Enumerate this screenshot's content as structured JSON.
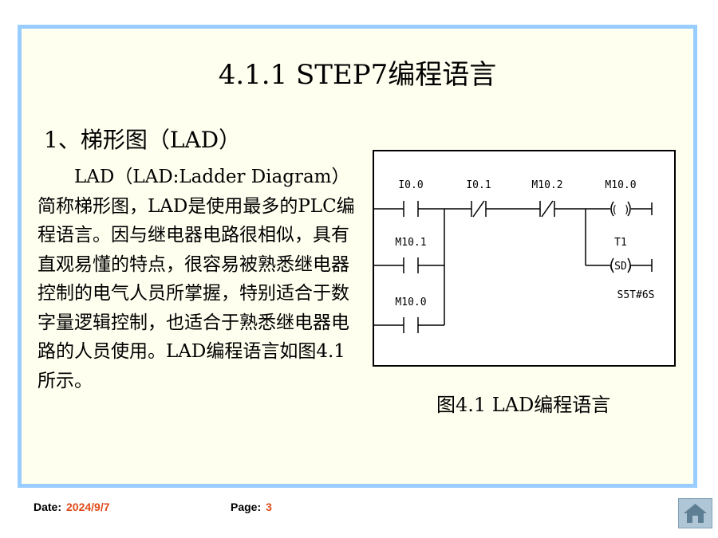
{
  "slide": {
    "title": "4.1.1 STEP7编程语言",
    "section_heading": "1、梯形图（LAD）",
    "body_text": "　　LAD（LAD:Ladder Diagram）简称梯形图，LAD是使用最多的PLC编程语言。因与继电器电路很相似，具有直观易懂的特点，很容易被熟悉继电器控制的电气人员所掌握，特别适合于数字量逻辑控制，也适合于熟悉继电器电路的人员使用。LAD编程语言如图4.1所示。",
    "figure_caption": "图4.1 LAD编程语言"
  },
  "ladder": {
    "contacts": [
      {
        "label": "I0.0",
        "type": "NO"
      },
      {
        "label": "I0.1",
        "type": "NC"
      },
      {
        "label": "M10.2",
        "type": "NC"
      },
      {
        "label": "M10.1",
        "type": "NO"
      },
      {
        "label": "M10.0",
        "type": "NO"
      }
    ],
    "coils": [
      {
        "label": "M10.0",
        "symbol": "( )"
      },
      {
        "label": "T1",
        "symbol": "(SD)",
        "param": "S5T#6S"
      }
    ]
  },
  "footer": {
    "date_label": "Date:",
    "date_value": "2024/9/7",
    "page_label": "Page:",
    "page_value": "3"
  },
  "icons": {
    "home": "home-icon"
  },
  "colors": {
    "frame_border": "#99ccff",
    "slide_bg": "#fffff0",
    "footer_accent": "#e04a1a"
  }
}
